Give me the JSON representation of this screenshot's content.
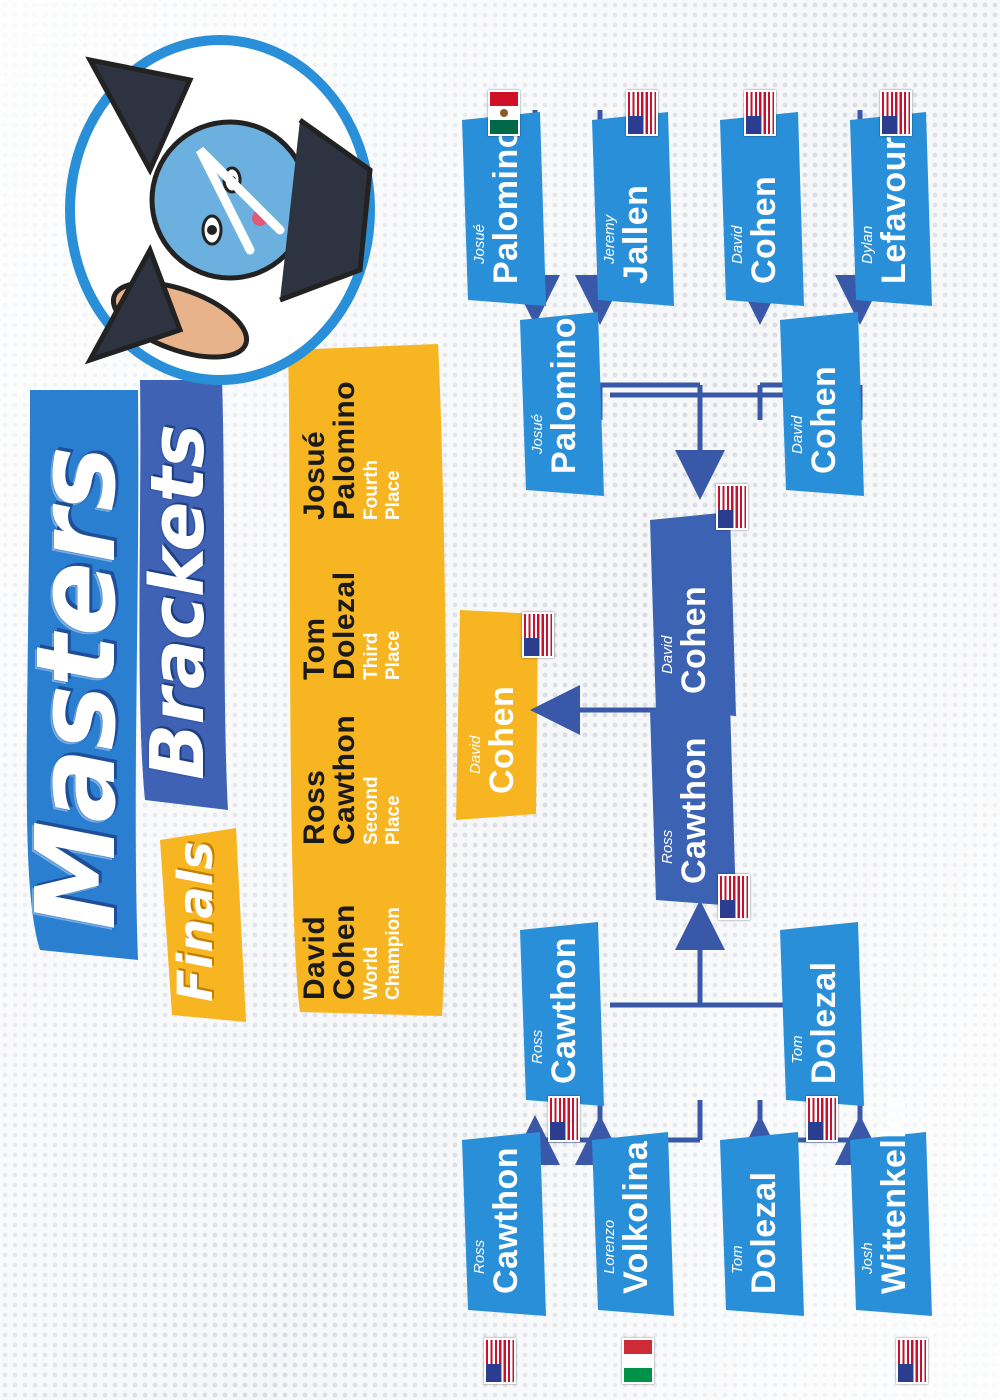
{
  "title": {
    "masters": "Masters",
    "brackets": "Brackets",
    "finals": "Finals"
  },
  "standings": [
    {
      "name_first": "David",
      "name_last": "Cohen",
      "place_line1": "World",
      "place_line2": "Champion"
    },
    {
      "name_first": "Ross",
      "name_last": "Cawthon",
      "place_line1": "Second",
      "place_line2": "Place"
    },
    {
      "name_first": "Tom",
      "name_last": "Dolezal",
      "place_line1": "Third",
      "place_line2": "Place"
    },
    {
      "name_first": "Josué",
      "name_last": "Palomino",
      "place_line1": "Fourth",
      "place_line2": "Place"
    }
  ],
  "champion": {
    "first": "David",
    "last": "Cohen",
    "flag": "usa-flag"
  },
  "bracket": {
    "round1": [
      {
        "first": "Ross",
        "last": "Cawthon",
        "flag": "usa-flag"
      },
      {
        "first": "Lorenzo",
        "last": "Volkolina",
        "flag": "italy-flag"
      },
      {
        "first": "Tom",
        "last": "Dolezal",
        "flag": "usa-flag"
      },
      {
        "first": "Josh",
        "last": "Wittenkeller",
        "flag": "usa-flag"
      },
      {
        "first": "Josué",
        "last": "Palomino",
        "flag": "mexico-flag"
      },
      {
        "first": "Jeremy",
        "last": "Jallen",
        "flag": "usa-flag"
      },
      {
        "first": "David",
        "last": "Cohen",
        "flag": "usa-flag"
      },
      {
        "first": "Dylan",
        "last": "Lefavour",
        "flag": "usa-flag"
      }
    ],
    "semis": [
      {
        "first": "Ross",
        "last": "Cawthon",
        "flag": "usa-flag"
      },
      {
        "first": "Tom",
        "last": "Dolezal",
        "flag": "usa-flag"
      },
      {
        "first": "Josué",
        "last": "Palomino",
        "flag": "mexico-flag"
      },
      {
        "first": "David",
        "last": "Cohen",
        "flag": "usa-flag"
      }
    ],
    "final": [
      {
        "first": "Ross",
        "last": "Cawthon",
        "flag": "usa-flag"
      },
      {
        "first": "David",
        "last": "Cohen",
        "flag": "usa-flag"
      }
    ]
  },
  "colors": {
    "box_blue": "#2a8fd9",
    "final_blue": "#3b62b3",
    "title_blue": "#2b7fd0",
    "brackets_band": "#3f62b5",
    "standings_yellow": "#f6b521",
    "line_navy": "#3a58a8"
  },
  "mascot": "dewott-mascot-illustration"
}
